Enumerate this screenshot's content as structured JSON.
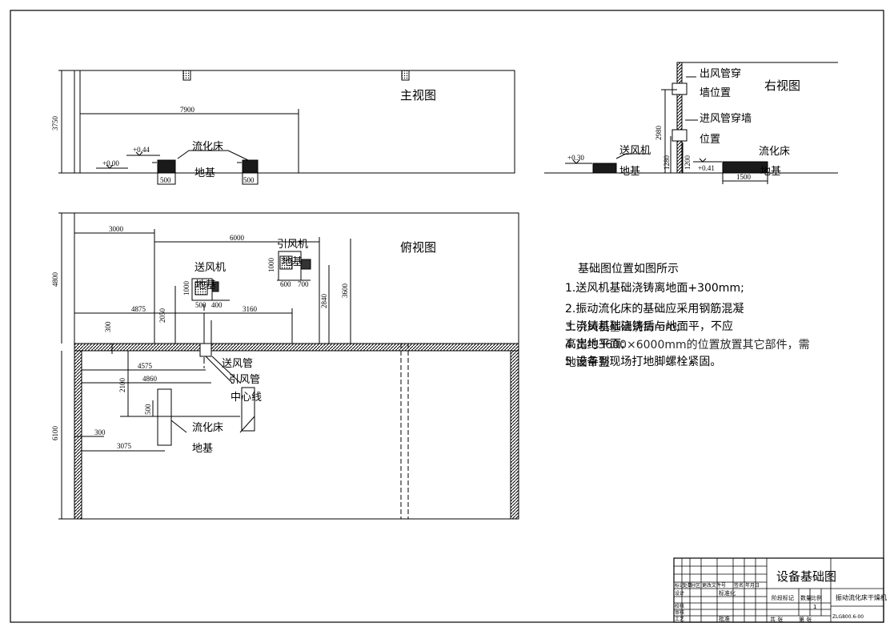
{
  "views": {
    "front": "主视图",
    "top": "俯视图",
    "right": "右视图"
  },
  "labels": {
    "fluid_bed": "流化床",
    "foundation": "地基",
    "blower": "送风机",
    "induced_fan": "引风机",
    "supply_pipe": "送风管",
    "induced_pipe": "引风管",
    "centerline": "中心线",
    "outlet_wall_1": "出风管穿",
    "outlet_wall_2": "墙位置",
    "inlet_wall_1": "进风管穿墙",
    "inlet_wall_2": "位置"
  },
  "dims": {
    "h3750": "3750",
    "w7900": "7900",
    "lv044": "+0.44",
    "lv000": "+0.00",
    "lv030": "+0.30",
    "lv041": "+0.41",
    "w500a": "500",
    "w500b": "500",
    "w3000": "3000",
    "w6000": "6000",
    "h4800": "4800",
    "w4875": "4875",
    "w3160": "3160",
    "w300": "300",
    "h2050": "2050",
    "h2840": "2840",
    "h3600": "3600",
    "h1000a": "1000",
    "h1000b": "1000",
    "w500c": "500",
    "w400": "400",
    "w600": "600",
    "w700": "700",
    "w4575": "4575",
    "w4860": "4860",
    "h2100": "2100",
    "h6100": "6100",
    "w300b": "300",
    "w3075": "3075",
    "w1500": "1500",
    "h1280": "1280",
    "h1200": "1200",
    "h2980": "2980",
    "w500d": "500"
  },
  "notes": {
    "title": "基础图位置如图所示",
    "n1": "1.送风机基础浇铸离地面+300mm;",
    "n2": "2.振动流化床的基础应采用钢筋混凝",
    "n3a": "土浇铸基础浇铸后与地面平，不应",
    "n3b": "3.引风机基础浇铸mm;",
    "n4a": "高出地平面;",
    "n4b": "4.宽约3600×6000mm的位置放置其它部件，需",
    "n5a": "5.设备到现场打地脚螺栓紧固。",
    "n5b": "地面平整"
  },
  "title_block": {
    "name": "设备基础图",
    "product": "振动流化床干燥机",
    "code": "ZLG800.6-00",
    "stage_mark": "阶段标记",
    "weight": "数量",
    "scale": "比例",
    "qty": "1",
    "total_sheets": "共  张",
    "sheet_no": "第  张",
    "std": "标准化",
    "approve": "批准",
    "r1": "标记",
    "r2": "处数",
    "r3": "分区",
    "r4": "更改文件号",
    "r5": "签名",
    "r6": "年月日",
    "design": "设计",
    "check": "校核",
    "review": "审核",
    "process": "工艺"
  }
}
